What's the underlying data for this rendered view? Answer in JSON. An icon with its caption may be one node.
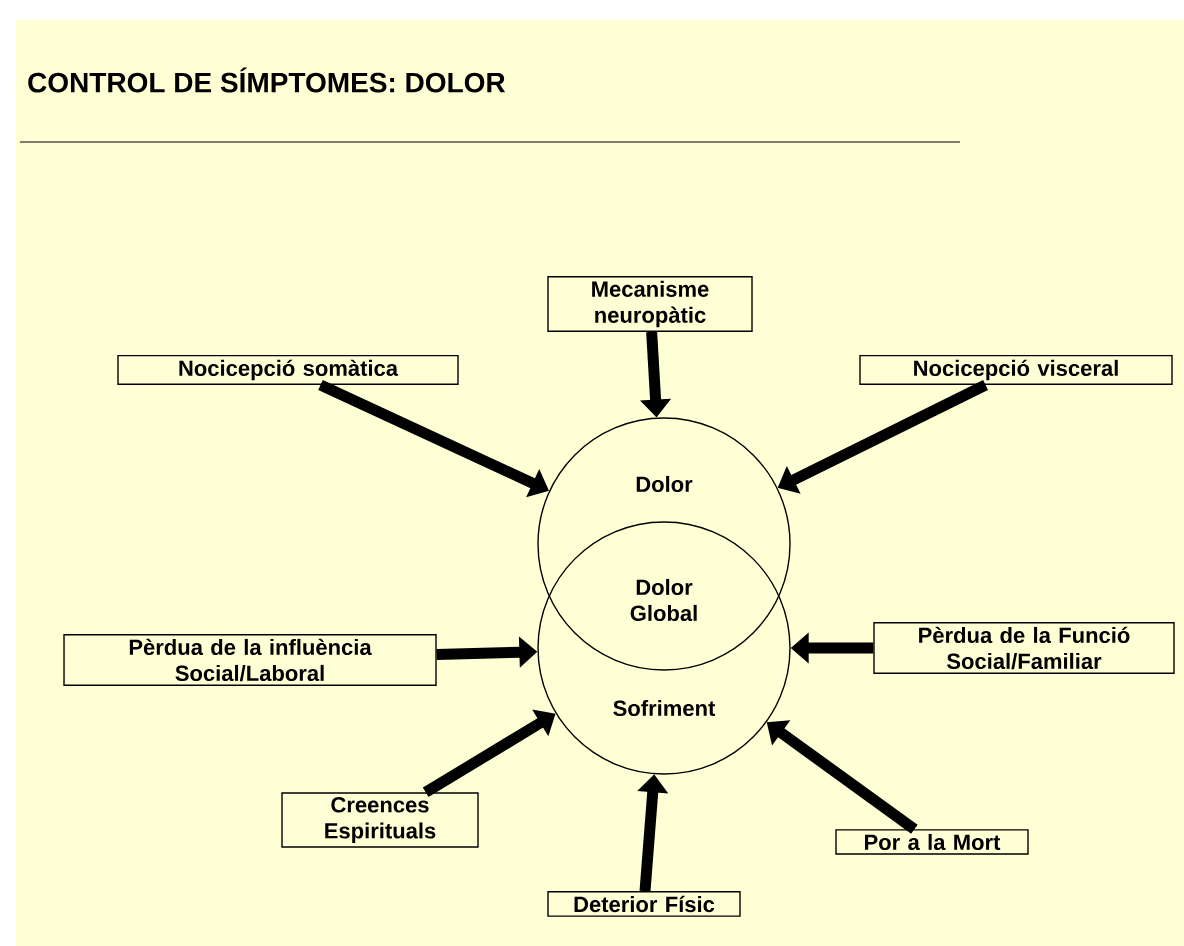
{
  "diagram": {
    "title": "CONTROL DE SÍMPTOMES: DOLOR",
    "nodes": [
      {
        "text": [
          "Mecanisme neuropàtic"
        ]
      },
      {
        "text": [
          "Nocicepció somàtica"
        ]
      },
      {
        "text": [
          "Nocicepció visceral"
        ]
      },
      {
        "text": [
          "Dolor"
        ]
      },
      {
        "text": [
          "Sofriment"
        ]
      },
      {
        "text": [
          "Pèrdua de la influència Social/Laboral"
        ]
      },
      {
        "text": [
          "Pèrdua de la Funció Social/Familiar"
        ]
      },
      {
        "text": [
          "Creences Espirituals"
        ]
      },
      {
        "text": [
          "Deterior Físic"
        ]
      },
      {
        "text": [
          "Por a la Mort"
        ]
      }
    ],
    "edges": [
      {
        "from": 0,
        "to": 3,
        "arrow": "to"
      },
      {
        "from": 1,
        "to": 3,
        "arrow": "to"
      },
      {
        "from": 2,
        "to": 3,
        "arrow": "to"
      },
      {
        "from": 5,
        "to": 4,
        "arrow": "to"
      },
      {
        "from": 6,
        "to": 4,
        "arrow": "to"
      },
      {
        "from": 7,
        "to": 4,
        "arrow": "to"
      },
      {
        "from": 8,
        "to": 4,
        "arrow": "to"
      },
      {
        "from": 9,
        "to": 4,
        "arrow": "to"
      }
    ],
    "labels": [
      "Dolor Global"
    ]
  }
}
